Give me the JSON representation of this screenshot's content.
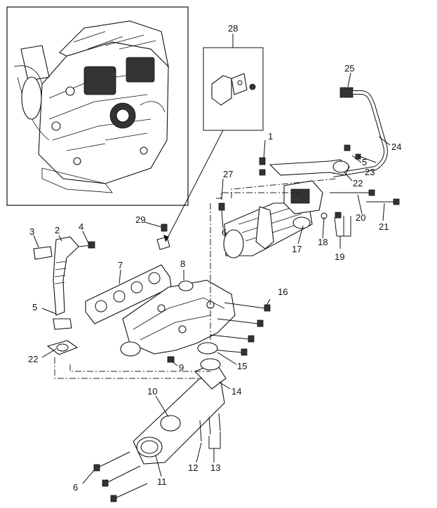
{
  "callouts": [
    {
      "id": "c1",
      "text": "1"
    },
    {
      "id": "c2",
      "text": "2"
    },
    {
      "id": "c3",
      "text": "3"
    },
    {
      "id": "c4",
      "text": "4"
    },
    {
      "id": "c5a",
      "text": "5"
    },
    {
      "id": "c5b",
      "text": "5"
    },
    {
      "id": "c6a",
      "text": "6"
    },
    {
      "id": "c6b",
      "text": "6"
    },
    {
      "id": "c7",
      "text": "7"
    },
    {
      "id": "c8",
      "text": "8"
    },
    {
      "id": "c9",
      "text": "9"
    },
    {
      "id": "c10",
      "text": "10"
    },
    {
      "id": "c11",
      "text": "11"
    },
    {
      "id": "c12",
      "text": "12"
    },
    {
      "id": "c13",
      "text": "13"
    },
    {
      "id": "c14",
      "text": "14"
    },
    {
      "id": "c15",
      "text": "15"
    },
    {
      "id": "c16",
      "text": "16"
    },
    {
      "id": "c17",
      "text": "17"
    },
    {
      "id": "c18",
      "text": "18"
    },
    {
      "id": "c19",
      "text": "19"
    },
    {
      "id": "c20",
      "text": "20"
    },
    {
      "id": "c21",
      "text": "21"
    },
    {
      "id": "c22a",
      "text": "22"
    },
    {
      "id": "c22b",
      "text": "22"
    },
    {
      "id": "c23",
      "text": "23"
    },
    {
      "id": "c24",
      "text": "24"
    },
    {
      "id": "c25",
      "text": "25"
    },
    {
      "id": "c27",
      "text": "27"
    },
    {
      "id": "c28",
      "text": "28"
    },
    {
      "id": "c29",
      "text": "29"
    }
  ]
}
